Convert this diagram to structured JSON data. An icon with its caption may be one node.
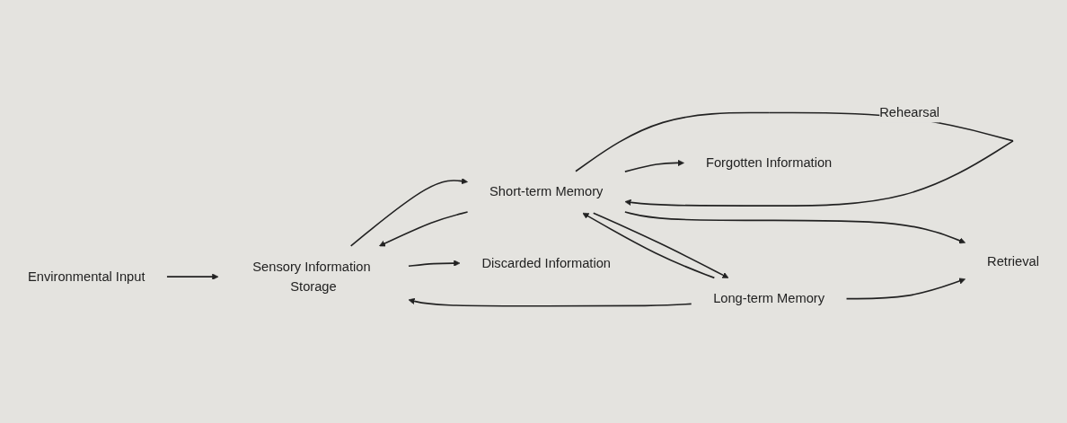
{
  "diagram": {
    "nodes": [
      {
        "text": [
          "Environmental Input"
        ]
      },
      {
        "text": [
          "Sensory Information Storage"
        ]
      },
      {
        "text": [
          "Short-term Memory"
        ]
      },
      {
        "text": [
          "Long-term Memory"
        ]
      },
      {
        "text": [
          "Discarded Information"
        ]
      },
      {
        "text": [
          "Forgotten Information"
        ]
      },
      {
        "text": [
          "Retrieval"
        ]
      }
    ],
    "edges": [
      {
        "from": 0,
        "to": 1,
        "arrow": "to"
      },
      {
        "from": 1,
        "to": 2,
        "arrow": "to"
      },
      {
        "from": 2,
        "to": 1,
        "arrow": "to"
      },
      {
        "from": 2,
        "to": 2,
        "arrow": "to",
        "label": "Rehearsal"
      },
      {
        "from": 2,
        "to": 3,
        "arrow": "to"
      },
      {
        "from": 3,
        "to": 2,
        "arrow": "to"
      },
      {
        "from": 3,
        "to": 1,
        "arrow": "to"
      },
      {
        "from": 1,
        "to": 4,
        "arrow": "to"
      },
      {
        "from": 2,
        "to": 5,
        "arrow": "to"
      },
      {
        "from": 2,
        "to": 6,
        "arrow": "to"
      },
      {
        "from": 3,
        "to": 6,
        "arrow": "to"
      }
    ]
  }
}
